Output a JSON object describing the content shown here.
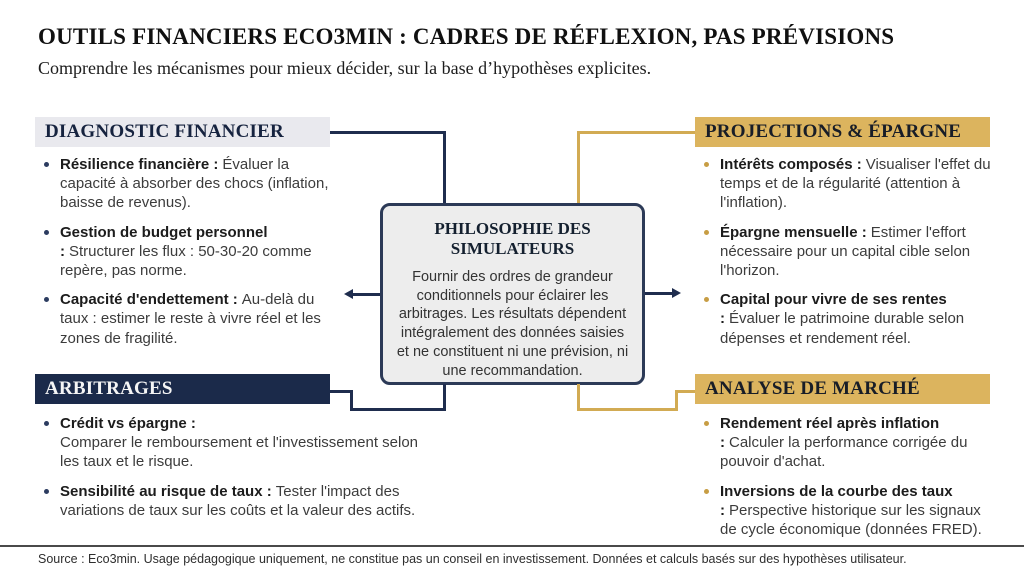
{
  "header": {
    "title": "OUTILS FINANCIERS ECO3MIN : CADRES DE RÉFLEXION, PAS PRÉVISIONS",
    "subtitle": "Comprendre les mécanismes pour mieux décider, sur la base d’hypothèses explicites."
  },
  "colors": {
    "navy": "#1b2a4a",
    "gold": "#dcb45e",
    "gray_header_bg": "#e9e9ee",
    "center_box_bg": "#ededed",
    "gold_line": "#d2ab53",
    "navy_line": "#1f2d4e"
  },
  "quadrants": {
    "diagnostic": {
      "title": "DIAGNOSTIC FINANCIER",
      "items": [
        {
          "label": "Résilience financière :",
          "text": "Évaluer la capacité à absorber des chocs (inflation, baisse de revenus)."
        },
        {
          "label": "Gestion de budget personnel :",
          "text": "Structurer les flux : 50-30-20 comme repère, pas norme."
        },
        {
          "label": "Capacité d'endettement :",
          "text": "Au-delà du taux : estimer le reste à vivre réel et les zones de fragilité."
        }
      ]
    },
    "projections": {
      "title": "PROJECTIONS & ÉPARGNE",
      "items": [
        {
          "label": "Intérêts composés :",
          "text": "Visualiser l'effet du temps et de la régularité (attention à l'inflation)."
        },
        {
          "label": "Épargne mensuelle :",
          "text": "Estimer l'effort nécessaire pour un capital cible selon l'horizon."
        },
        {
          "label": "Capital pour vivre de ses rentes :",
          "text": "Évaluer le patrimoine durable selon dépenses et rendement réel."
        }
      ]
    },
    "arbitrages": {
      "title": "ARBITRAGES",
      "items": [
        {
          "label": "Crédit vs épargne :",
          "text": "Comparer le remboursement et l'investissement selon les taux et le risque."
        },
        {
          "label": "Sensibilité au risque de taux :",
          "text": "Tester l'impact des variations de taux sur les coûts et la valeur des actifs."
        }
      ]
    },
    "analyse": {
      "title": "ANALYSE DE MARCHÉ",
      "items": [
        {
          "label": "Rendement réel après inflation :",
          "text": "Calculer la performance corrigée du pouvoir d'achat."
        },
        {
          "label": "Inversions de la courbe des taux :",
          "text": "Perspective historique sur les signaux de cycle économique (données FRED)."
        }
      ]
    }
  },
  "center_box": {
    "title": "PHILOSOPHIE DES SIMULATEURS",
    "body": "Fournir des ordres de grandeur conditionnels pour éclairer les arbitrages. Les résultats dépendent intégralement des données saisies et ne constituent ni une prévision, ni une recommandation."
  },
  "footer": {
    "text": "Source : Eco3min. Usage pédagogique uniquement, ne constitue pas un conseil en investissement. Données et calculs basés sur des hypothèses utilisateur."
  }
}
